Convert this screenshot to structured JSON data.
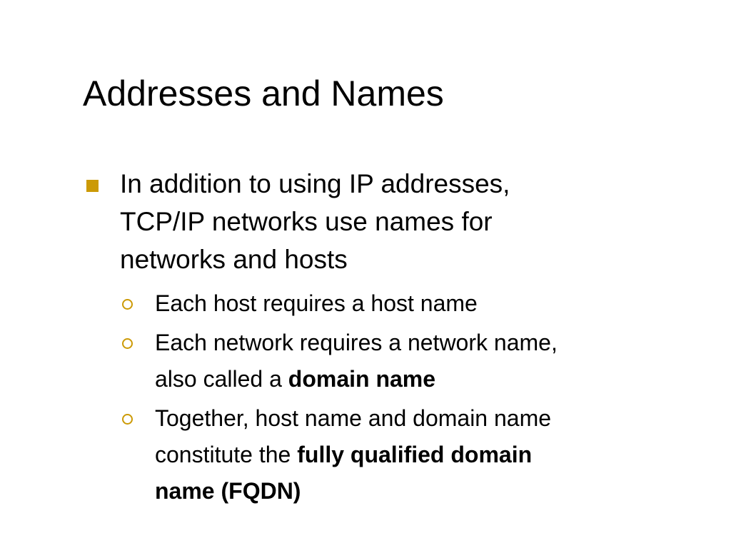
{
  "slide": {
    "title": "Addresses and Names",
    "bullet_color": "#cc9a06",
    "points": [
      {
        "text_lines": [
          "In addition to using IP addresses,",
          "TCP/IP networks use names for",
          "networks and hosts"
        ],
        "subpoints": [
          {
            "line1": "Each host requires a host name"
          },
          {
            "line1": "Each network requires a network name,",
            "line2_plain": "also called a ",
            "line2_bold": "domain name"
          },
          {
            "line1": "Together, host name and domain name",
            "line2_plain": "constitute the ",
            "line2_bold": "fully qualified domain",
            "line3_bold": "name (FQDN)"
          }
        ]
      }
    ]
  }
}
